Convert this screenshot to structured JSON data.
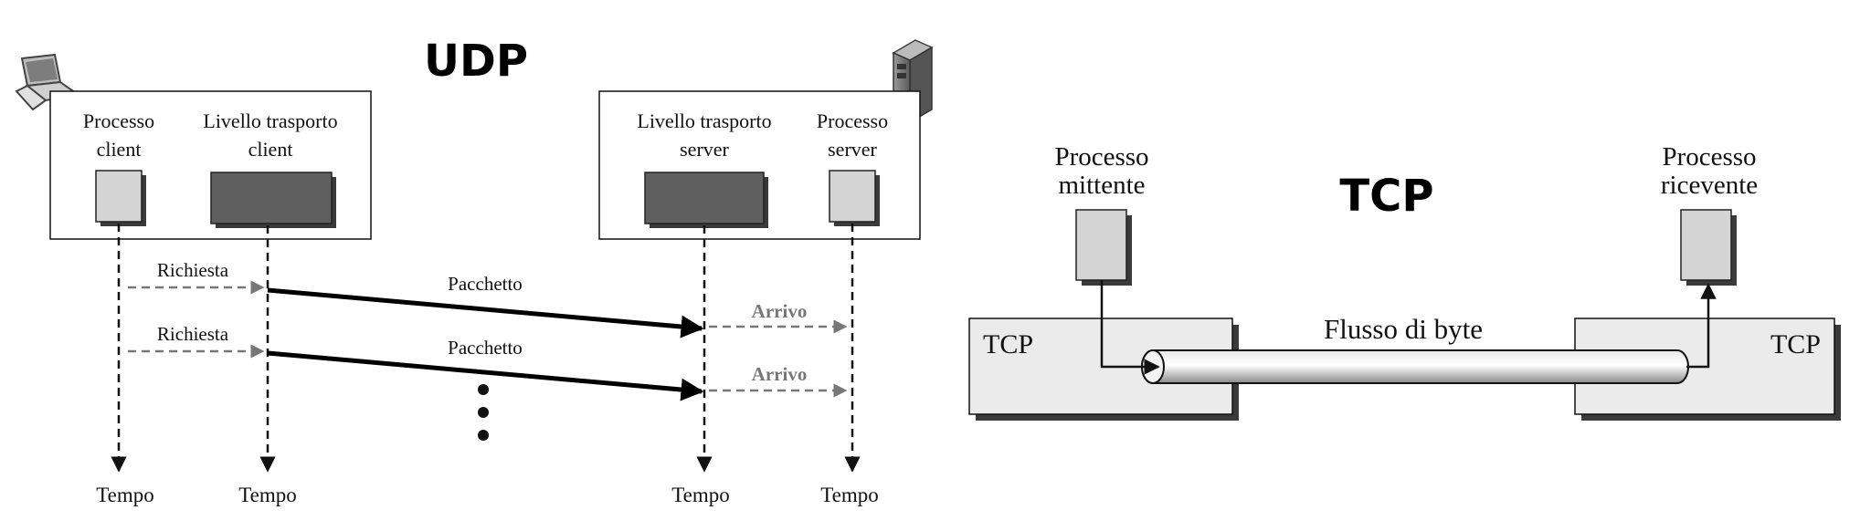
{
  "udp": {
    "title": "UDP",
    "client": {
      "process_label": [
        "Processo",
        "client"
      ],
      "transport_label": [
        "Livello trasporto",
        "client"
      ]
    },
    "server": {
      "transport_label": [
        "Livello trasporto",
        "server"
      ],
      "process_label": [
        "Processo",
        "server"
      ]
    },
    "exchanges": [
      {
        "request": "Richiesta",
        "packet": "Pacchetto",
        "arrival": "Arrivo"
      },
      {
        "request": "Richiesta",
        "packet": "Pacchetto",
        "arrival": "Arrivo"
      }
    ],
    "time_labels": [
      "Tempo",
      "Tempo",
      "Tempo",
      "Tempo"
    ]
  },
  "tcp": {
    "title": "TCP",
    "sender_label": [
      "Processo",
      "mittente"
    ],
    "receiver_label": [
      "Processo",
      "ricevente"
    ],
    "left_box": "TCP",
    "right_box": "TCP",
    "stream_label": "Flusso di byte"
  },
  "icons": {
    "client": "laptop-icon",
    "server": "server-tower-icon"
  },
  "colors": {
    "process_fill": "#d4d4d4",
    "transport_fill": "#5f5f5f",
    "tcp_box_fill": "#ebebeb",
    "shadow": "#3a3a3a",
    "dashed_gray": "#777777"
  }
}
